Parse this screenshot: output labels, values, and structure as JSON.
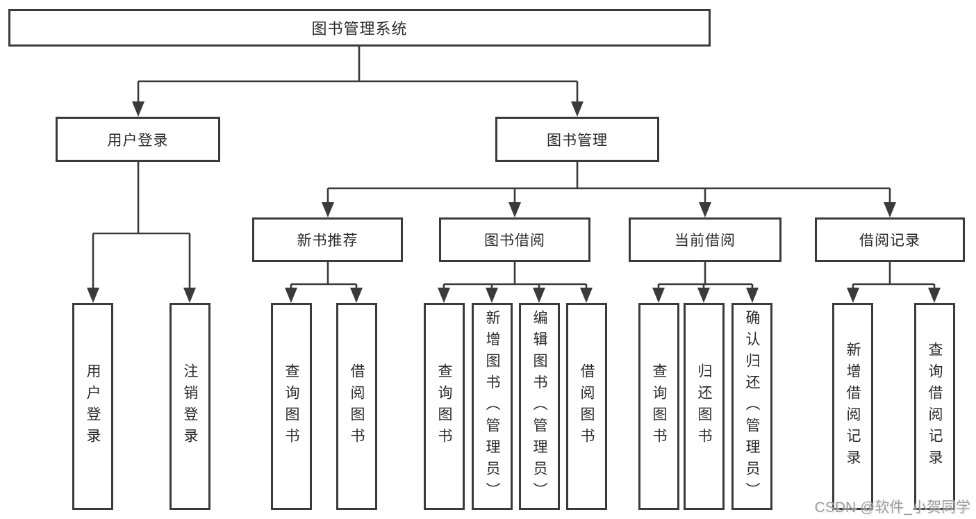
{
  "diagram": {
    "root": {
      "label": "图书管理系统"
    },
    "branches": [
      {
        "label": "用户登录",
        "children": [
          {
            "label": "用户登录"
          },
          {
            "label": "注销登录"
          }
        ]
      },
      {
        "label": "图书管理",
        "sections": [
          {
            "label": "新书推荐",
            "children": [
              {
                "label": "查询图书"
              },
              {
                "label": "借阅图书"
              }
            ]
          },
          {
            "label": "图书借阅",
            "children": [
              {
                "label": "查询图书"
              },
              {
                "label": "新增图书（管理员）"
              },
              {
                "label": "编辑图书（管理员）"
              },
              {
                "label": "借阅图书"
              }
            ]
          },
          {
            "label": "当前借阅",
            "children": [
              {
                "label": "查询图书"
              },
              {
                "label": "归还图书"
              },
              {
                "label": "确认归还（管理员）"
              }
            ]
          },
          {
            "label": "借阅记录",
            "children": [
              {
                "label": "新增借阅记录"
              },
              {
                "label": "查询借阅记录"
              }
            ]
          }
        ]
      }
    ],
    "colors": {
      "box_border": "#3a3a3a",
      "line": "#3a3a3a",
      "text": "#2a2a2a",
      "watermark_text": "#9c9c9c",
      "background": "#ffffff"
    }
  },
  "watermark": "CSDN @软件_小贺同学"
}
